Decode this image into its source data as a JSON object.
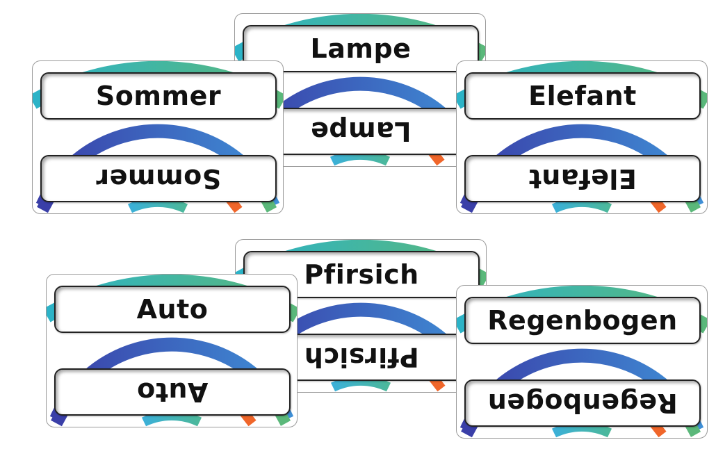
{
  "cards": [
    {
      "word": "Lampe"
    },
    {
      "word": "Sommer"
    },
    {
      "word": "Elefant"
    },
    {
      "word": "Pfirsich"
    },
    {
      "word": "Auto"
    },
    {
      "word": "Regenbogen"
    }
  ],
  "colors": {
    "outer_arc_start": "#2bb3c8",
    "outer_arc_end": "#5bb87a",
    "middle_arc_start": "#3a3fa8",
    "middle_arc_end": "#3f8fd6",
    "inner_arc": "#3bb0d8",
    "accent_orange": "#f0662a"
  }
}
